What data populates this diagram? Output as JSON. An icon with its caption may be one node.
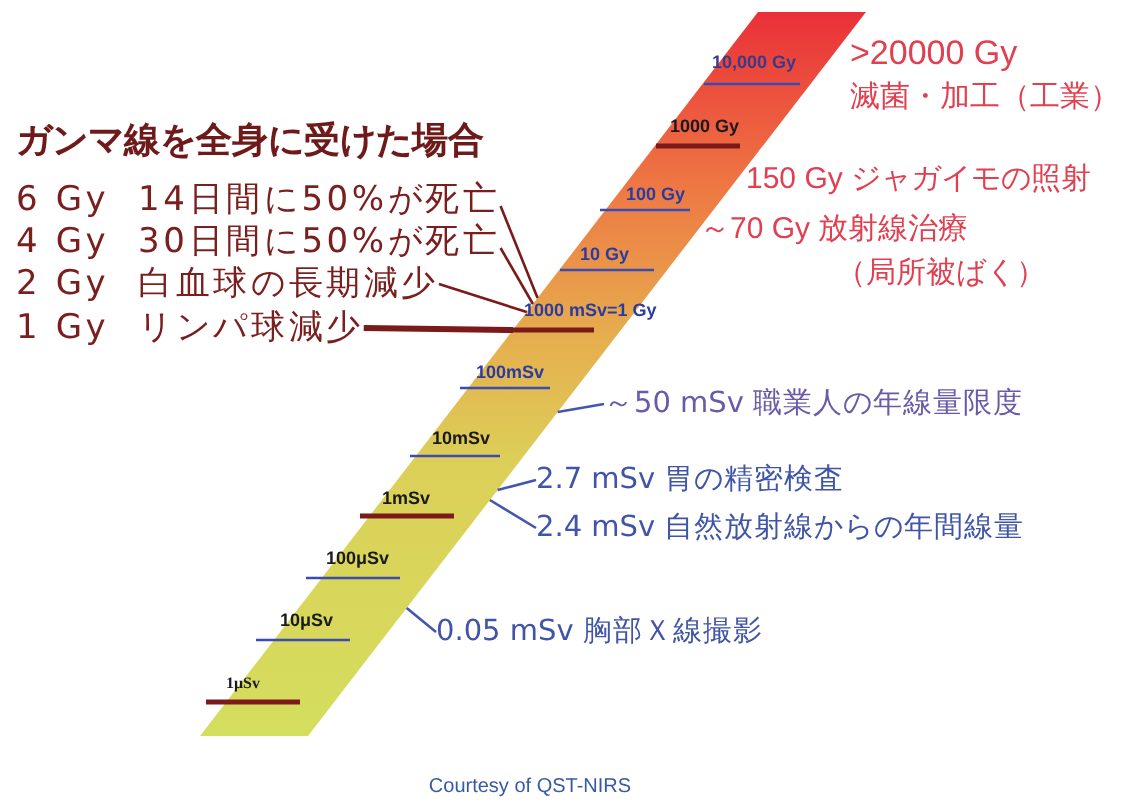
{
  "diagram": {
    "title": "ガンマ線を全身に受けた場合",
    "caption": "Courtesy of QST-NIRS",
    "nodes": [
      {
        "text": [],
        "shape": "bar"
      },
      {
        "text": [
          "6 Gy  14日間に50%が死亡"
        ]
      },
      {
        "text": [
          "4 Gy  30日間に50%が死亡"
        ]
      },
      {
        "text": [
          "2 Gy  白血球の長期減少"
        ]
      },
      {
        "text": [
          "1 Gy  リンパ球減少"
        ]
      },
      {
        "text": [
          "～50 mSv 職業人の年線量限度"
        ]
      },
      {
        "text": [
          "2.7 mSv 胃の精密検査"
        ]
      },
      {
        "text": [
          "2.4 mSv 自然放射線からの年間線量"
        ]
      },
      {
        "text": [
          "0.05 mSv 胸部Ｘ線撮影"
        ]
      }
    ],
    "edges": [
      {
        "from": 1,
        "to": 0,
        "arrow": "none"
      },
      {
        "from": 2,
        "to": 0,
        "arrow": "none"
      },
      {
        "from": 3,
        "to": 0,
        "arrow": "none"
      },
      {
        "from": 4,
        "to": 0,
        "arrow": "none",
        "style": "thick"
      },
      {
        "from": 5,
        "to": 0,
        "arrow": "none",
        "color": "#4455b0"
      },
      {
        "from": 6,
        "to": 0,
        "arrow": "none",
        "color": "#4455b0"
      },
      {
        "from": 7,
        "to": 0,
        "arrow": "none",
        "color": "#4455b0"
      },
      {
        "from": 8,
        "to": 0,
        "arrow": "none",
        "color": "#4455b0"
      }
    ],
    "labels": [
      ">20000 Gy",
      "滅菌・加工（工業）",
      "10,000 Gy",
      "1000 Gy",
      "150 Gy ジャガイモの照射",
      "100 Gy",
      "～70 Gy 放射線治療",
      "10 Gy",
      "（局所被ばく）",
      "1000 mSv=1 Gy",
      "100mSv",
      "10mSv",
      "1mSv",
      "100μSv",
      "10μSv",
      "1μSv"
    ]
  }
}
